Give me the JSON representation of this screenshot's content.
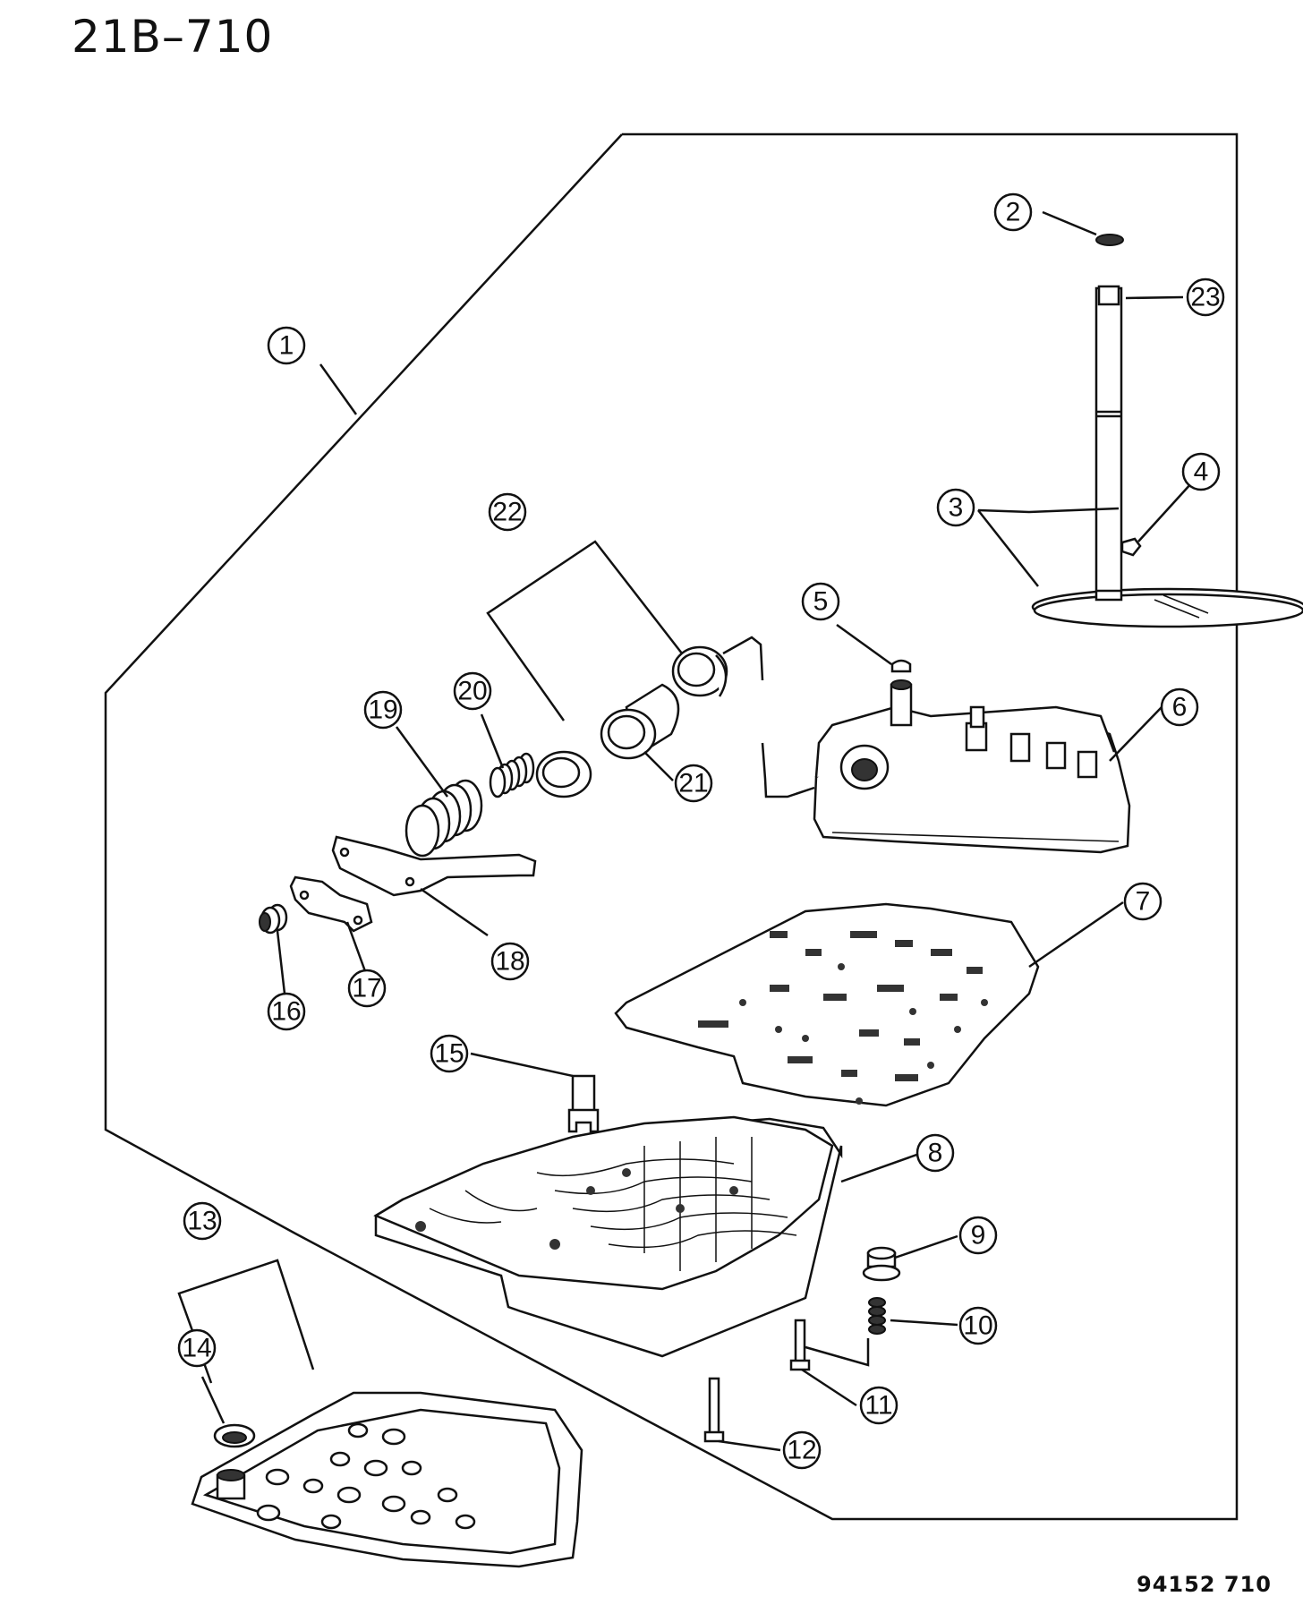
{
  "page_title": "21B–710",
  "reference_code": "94152 710",
  "callouts": [
    {
      "id": "1",
      "label": "1"
    },
    {
      "id": "2",
      "label": "2"
    },
    {
      "id": "3",
      "label": "3"
    },
    {
      "id": "4",
      "label": "4"
    },
    {
      "id": "5",
      "label": "5"
    },
    {
      "id": "6",
      "label": "6"
    },
    {
      "id": "7",
      "label": "7"
    },
    {
      "id": "8",
      "label": "8"
    },
    {
      "id": "9",
      "label": "9"
    },
    {
      "id": "10",
      "label": "10"
    },
    {
      "id": "11",
      "label": "11"
    },
    {
      "id": "12",
      "label": "12"
    },
    {
      "id": "13",
      "label": "13"
    },
    {
      "id": "14",
      "label": "14"
    },
    {
      "id": "15",
      "label": "15"
    },
    {
      "id": "16",
      "label": "16"
    },
    {
      "id": "17",
      "label": "17"
    },
    {
      "id": "18",
      "label": "18"
    },
    {
      "id": "19",
      "label": "19"
    },
    {
      "id": "20",
      "label": "20"
    },
    {
      "id": "21",
      "label": "21"
    },
    {
      "id": "22",
      "label": "22"
    },
    {
      "id": "23",
      "label": "23"
    }
  ]
}
